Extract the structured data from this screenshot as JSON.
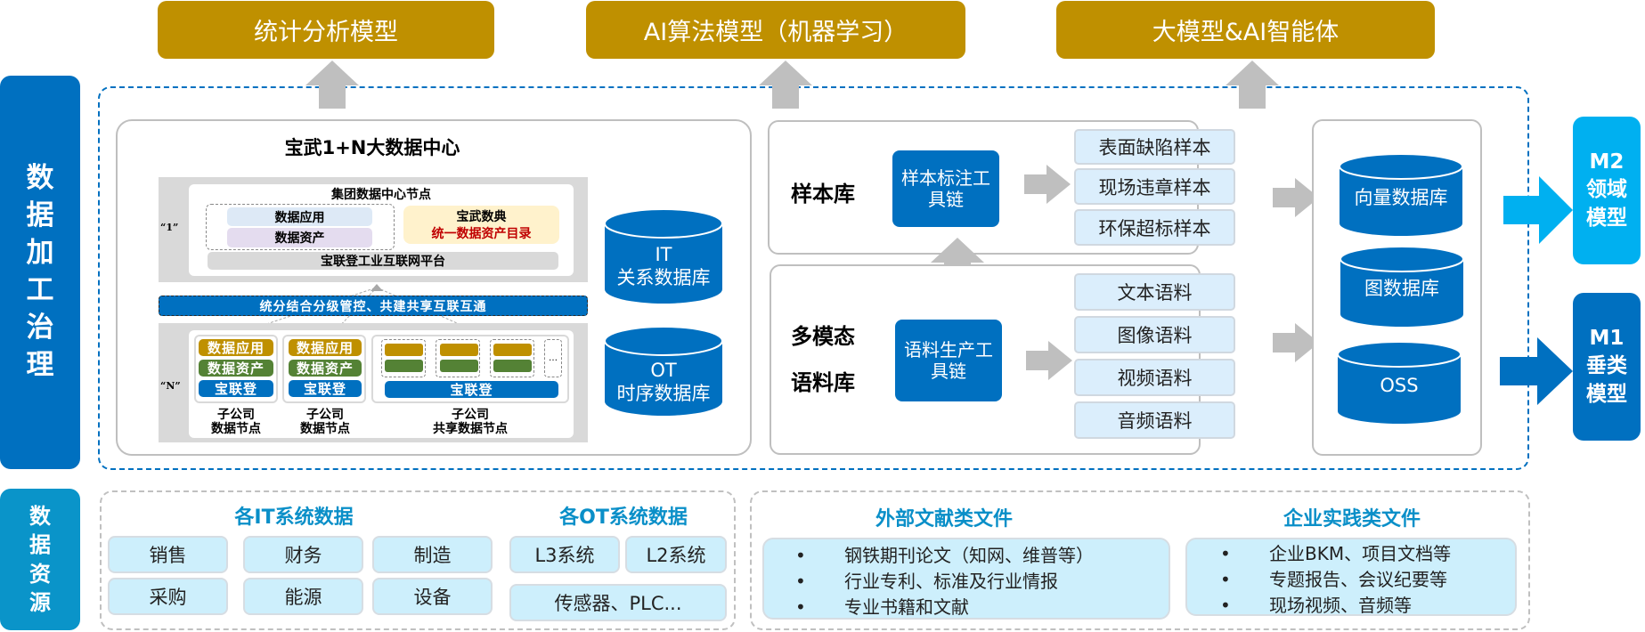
{
  "top_models": [
    {
      "label": "统计分析模型"
    },
    {
      "label": "AI算法模型（机器学习）"
    },
    {
      "label": "大模型&AI智能体"
    }
  ],
  "side_labels": {
    "processing": [
      "数",
      "据",
      "加",
      "工",
      "治",
      "理"
    ],
    "sources": [
      "数",
      "据",
      "资",
      "源"
    ]
  },
  "bigdata_center": {
    "title": "宝武1+N大数据中心",
    "one_label": "“1”",
    "n_label": "“N”",
    "group_node": {
      "title": "集团数据中心节点",
      "app": "数据应用",
      "asset": "数据资产",
      "dict_title": "宝武数典",
      "dict_sub": "统一数据资产目录",
      "platform": "宝联登工业互联网平台"
    },
    "band": "统分结合分级管控、共建共享互联互通",
    "sub_nodes": [
      {
        "app": "数据应用",
        "asset": "数据资产",
        "platform": "宝联登",
        "caption_line1": "子公司",
        "caption_line2": "数据节点"
      },
      {
        "app": "数据应用",
        "asset": "数据资产",
        "platform": "宝联登",
        "caption_line1": "子公司",
        "caption_line2": "数据节点"
      }
    ],
    "shared_node": {
      "platform": "宝联登",
      "ellipsis": "…",
      "caption_line1": "子公司",
      "caption_line2": "共享数据节点"
    },
    "databases": [
      {
        "line1": "IT",
        "line2": "关系数据库"
      },
      {
        "line1": "OT",
        "line2": "时序数据库"
      }
    ]
  },
  "sample_lib": {
    "title": "样本库",
    "tool": "样本标注工具链",
    "items": [
      "表面缺陷样本",
      "现场违章样本",
      "环保超标样本"
    ]
  },
  "corpus_lib": {
    "title_line1": "多模态",
    "title_line2": "语料库",
    "tool": "语料生产工具链",
    "items": [
      "文本语料",
      "图像语料",
      "视频语料",
      "音频语料"
    ]
  },
  "stores": [
    "向量数据库",
    "图数据库",
    "OSS"
  ],
  "outputs": [
    {
      "code": "M2",
      "line1": "领域",
      "line2": "模型",
      "color": "#00b0f0"
    },
    {
      "code": "M1",
      "line1": "垂类",
      "line2": "模型",
      "color": "#0070c0"
    }
  ],
  "sources": {
    "it": {
      "title": "各IT系统数据",
      "items": [
        "销售",
        "财务",
        "制造",
        "采购",
        "能源",
        "设备"
      ]
    },
    "ot": {
      "title": "各OT系统数据",
      "items": [
        "L3系统",
        "L2系统",
        "传感器、PLC..."
      ]
    },
    "external": {
      "title": "外部文献类文件",
      "items": [
        "钢铁期刊论文（知网、维普等）",
        "行业专利、标准及行业情报",
        "专业书籍和文献"
      ]
    },
    "enterprise": {
      "title": "企业实践类文件",
      "items": [
        "企业BKM、项目文档等",
        "专题报告、会议纪要等",
        "现场视频、音频等"
      ]
    }
  },
  "colors": {
    "gold": "#bf9000",
    "blue": "#0070c0",
    "light_blue": "#00b0f0",
    "green": "#548235",
    "red": "#c00000",
    "arrow_gray": "#bfbfbf"
  }
}
